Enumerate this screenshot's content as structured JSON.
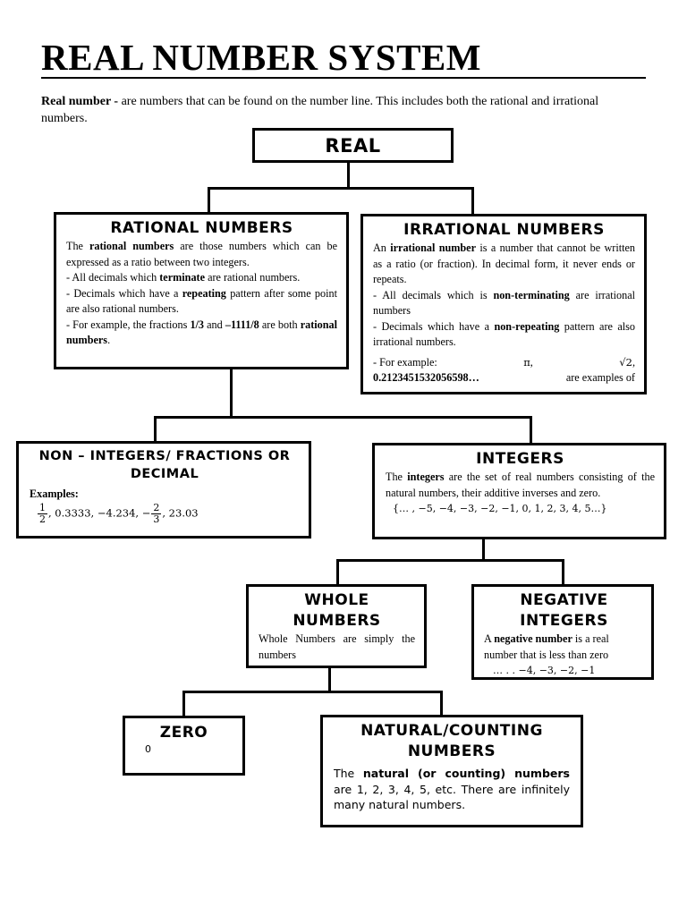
{
  "title": "REAL NUMBER SYSTEM",
  "intro": {
    "term": "Real number -",
    "text": " are numbers that can be found on the number line. This includes both the rational and irrational numbers."
  },
  "real": {
    "heading": "REAL"
  },
  "rational": {
    "heading": "RATIONAL NUMBERS",
    "l1a": "The ",
    "l1b": "rational numbers",
    "l1c": " are those numbers which can be expressed as a ratio between two integers.",
    "l2a": "- All decimals which ",
    "l2b": "terminate",
    "l2c": " are rational numbers.",
    "l3a": "- Decimals which have a ",
    "l3b": "repeating",
    "l3c": " pattern after some point are also rational numbers.",
    "l4a": "- For example, the fractions ",
    "l4b": "1/3",
    "l4c": " and ",
    "l4d": "–1111/8",
    "l4e": " are both ",
    "l4f": "rational numbers",
    "l4g": "."
  },
  "irrational": {
    "heading": "IRRATIONAL NUMBERS",
    "l1a": "An ",
    "l1b": "irrational number",
    "l1c": " is a number that cannot be written as a ratio (or fraction). In decimal form, it never ends or repeats.",
    "l2a": "- All decimals which is ",
    "l2b": "non-terminating",
    "l2c": " are irrational numbers",
    "l3a": "- Decimals which have a ",
    "l3b": "non-repeating",
    "l3c": " pattern are also irrational numbers.",
    "l4a": "- For example: ",
    "pi": "π",
    "comma1": ",",
    "sqrt2": "√2",
    "comma2": ",",
    "l5a": "0.2123451532056598…",
    "l5b": " are examples of"
  },
  "noninteger": {
    "heading": "NON – INTEGERS/ FRACTIONS OR DECIMAL",
    "examples_label": "Examples:",
    "f1n": "1",
    "f1d": "2",
    "mid": ", 0.3333, −4.234, −",
    "f2n": "2",
    "f2d": "3",
    "end": ", 23.03"
  },
  "integers": {
    "heading": "INTEGERS",
    "l1a": "The ",
    "l1b": "integers",
    "l1c": " are the set of real numbers consisting of the natural numbers, their additive inverses and zero.",
    "set": "{… , −5, −4, −3, −2, −1, 0, 1, 2, 3, 4, 5…}"
  },
  "whole": {
    "heading": "WHOLE NUMBERS",
    "text": "Whole Numbers are simply the numbers"
  },
  "negative": {
    "heading": "NEGATIVE INTEGERS",
    "l1a": "A ",
    "l1b": "negative number",
    "l1c": " is a real number that is less than zero",
    "seq": "… . . −4, −3, −2, −1"
  },
  "zero": {
    "heading": "ZERO",
    "value": "0"
  },
  "natural": {
    "heading": "NATURAL/COUNTING NUMBERS",
    "l1a": "The ",
    "l1b": "natural (or counting) numbers",
    "l1c": " are 1, 2, 3, 4, 5, etc. There are infinitely many natural numbers."
  }
}
